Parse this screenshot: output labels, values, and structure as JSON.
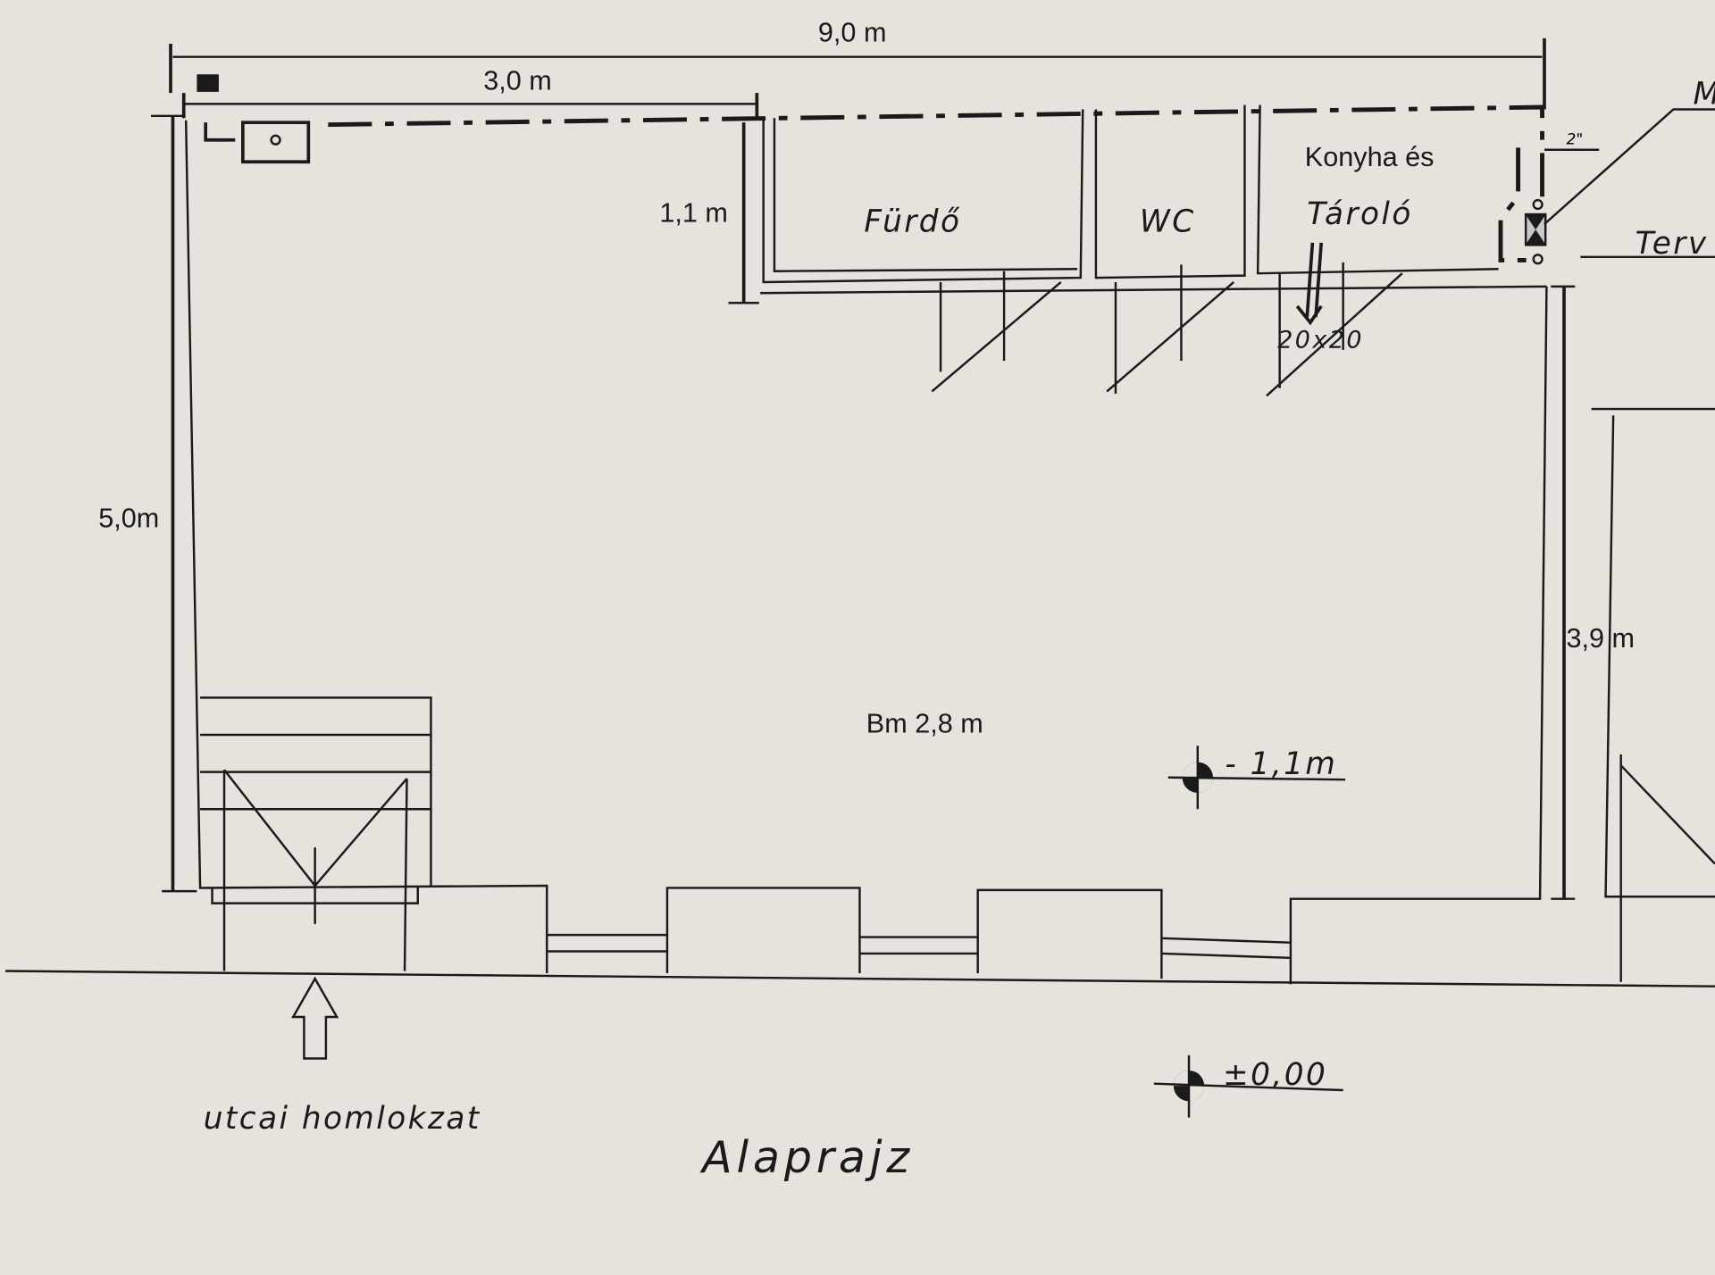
{
  "dimensions": {
    "total_width": "9,0 m",
    "partial_width": "3,0 m",
    "left_depth": "5,0m",
    "right_depth": "3,9 m",
    "service_depth": "1,1 m",
    "pipe_size": "2\""
  },
  "rooms": {
    "bath": "Fürdő",
    "wc": "WC",
    "kitchen_line1": "Konyha és",
    "kitchen_line2": "Tároló",
    "vent": "20x20",
    "main_height": "Bm 2,8 m"
  },
  "levels": {
    "floor_level": "- 1,1m",
    "street_level": "±0,00"
  },
  "labels": {
    "street_facade": "utcai homlokzat",
    "title": "Alaprajz",
    "cut_right_top": "M",
    "cut_right_mid": "Terv"
  },
  "colors": {
    "paper": "#e6e2dc",
    "ink": "#1a1a1a"
  }
}
